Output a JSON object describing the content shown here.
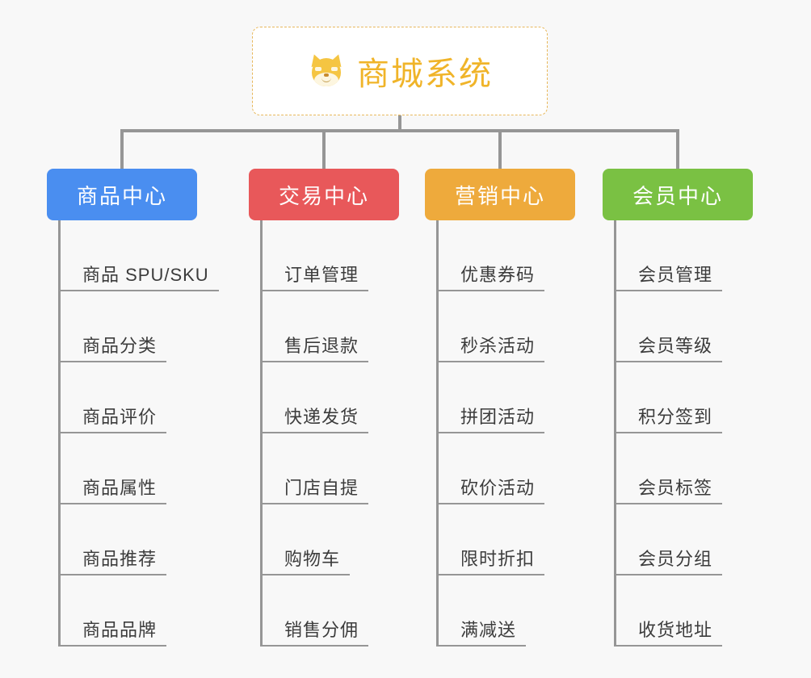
{
  "canvas": {
    "background": "#f8f8f8",
    "line_color": "#969696"
  },
  "root": {
    "title": "商城系统",
    "icon": "shiba-dog-face-icon",
    "text_color": "#f0b429",
    "border_color": "#e8b85c",
    "background": "#ffffff"
  },
  "branches": [
    {
      "label": "商品中心",
      "color": "#4a8ef0",
      "items": [
        "商品 SPU/SKU",
        "商品分类",
        "商品评价",
        "商品属性",
        "商品推荐",
        "商品品牌"
      ]
    },
    {
      "label": "交易中心",
      "color": "#e8585a",
      "items": [
        "订单管理",
        "售后退款",
        "快递发货",
        "门店自提",
        "购物车",
        "销售分佣"
      ]
    },
    {
      "label": "营销中心",
      "color": "#eeaa3c",
      "items": [
        "优惠券码",
        "秒杀活动",
        "拼团活动",
        "砍价活动",
        "限时折扣",
        "满减送"
      ]
    },
    {
      "label": "会员中心",
      "color": "#7ac143",
      "items": [
        "会员管理",
        "会员等级",
        "积分签到",
        "会员标签",
        "会员分组",
        "收货地址"
      ]
    }
  ]
}
